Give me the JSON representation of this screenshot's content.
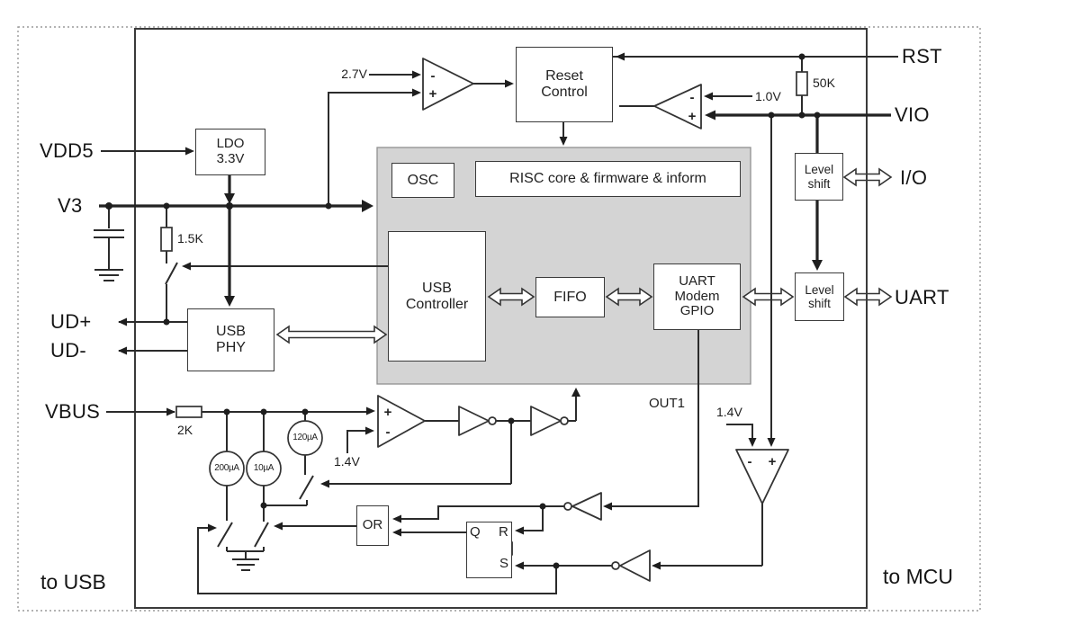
{
  "pins": {
    "vdd5": "VDD5",
    "v3": "V3",
    "udp": "UD+",
    "udm": "UD-",
    "vbus": "VBUS",
    "rst": "RST",
    "vio": "VIO",
    "io": "I/O",
    "uart": "UART"
  },
  "corners": {
    "to_usb": "to USB",
    "to_mcu": "to MCU"
  },
  "blocks": {
    "ldo": {
      "l1": "LDO",
      "l2": "3.3V"
    },
    "reset": {
      "l1": "Reset",
      "l2": "Control"
    },
    "osc": "OSC",
    "risc": "RISC core & firmware & inform",
    "usb_controller": {
      "l1": "USB",
      "l2": "Controller"
    },
    "fifo": "FIFO",
    "uart_block": {
      "l1": "UART",
      "l2": "Modem",
      "l3": "GPIO"
    },
    "level_shift_top": {
      "l1": "Level",
      "l2": "shift"
    },
    "level_shift_bottom": {
      "l1": "Level",
      "l2": "shift"
    },
    "usb_phy": {
      "l1": "USB",
      "l2": "PHY"
    },
    "or_gate": "OR",
    "flipflop": {
      "q": "Q",
      "r": "R",
      "s": "S"
    }
  },
  "values": {
    "v27": "2.7V",
    "v10": "1.0V",
    "r50k": "50K",
    "r15k": "1.5K",
    "r2k": "2K",
    "v14_left": "1.4V",
    "v14_right": "1.4V",
    "i200": "200µA",
    "i10": "10µA",
    "i120": "120µA",
    "out1": "OUT1"
  },
  "signs": {
    "plus": "+",
    "minus": "-"
  },
  "colors": {
    "wire": "#2b2b2b",
    "core_fill": "#d4d4d4",
    "core_stroke": "#909090",
    "background": "#ffffff"
  }
}
